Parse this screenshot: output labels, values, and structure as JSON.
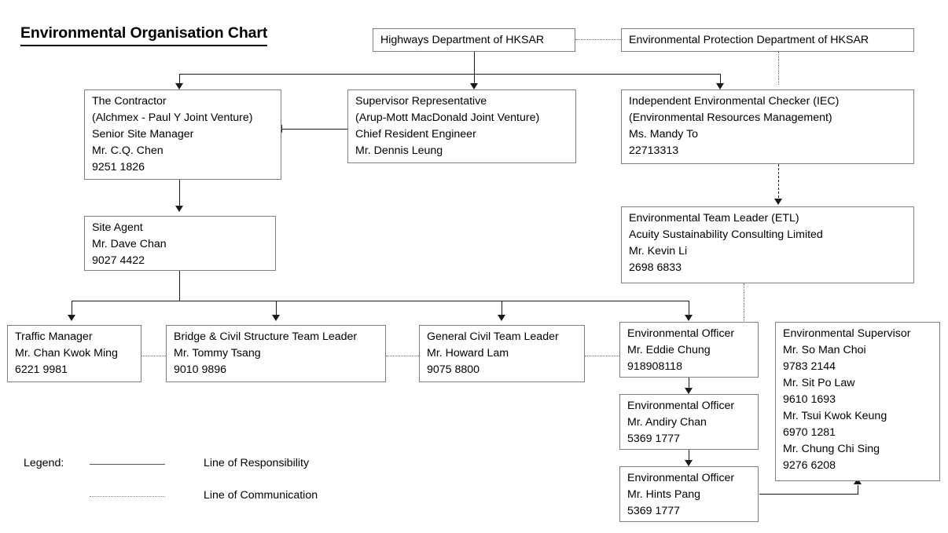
{
  "page": {
    "title": "Environmental Organisation Chart"
  },
  "boxes": {
    "highways_department": {
      "lines": [
        "Highways Department of HKSAR"
      ]
    },
    "epd": {
      "lines": [
        "Environmental Protection Department of HKSAR"
      ]
    },
    "contractor": {
      "lines": [
        "The Contractor",
        "(Alchmex - Paul Y Joint Venture)",
        "Senior Site Manager",
        "Mr. C.Q. Chen",
        "9251 1826"
      ]
    },
    "supervisor_representative": {
      "lines": [
        "Supervisor Representative",
        "(Arup-Mott MacDonald Joint Venture)",
        "Chief Resident Engineer",
        "Mr. Dennis Leung"
      ]
    },
    "iec": {
      "lines": [
        "Independent Environmental Checker (IEC)",
        "(Environmental Resources Management)",
        "Ms. Mandy To",
        "22713313"
      ]
    },
    "site_agent": {
      "lines": [
        "Site Agent",
        "Mr. Dave Chan",
        "9027 4422"
      ]
    },
    "etl": {
      "lines": [
        "Environmental Team Leader (ETL)",
        "Acuity Sustainability Consulting Limited",
        "Mr. Kevin Li",
        "2698 6833"
      ]
    },
    "traffic_manager": {
      "lines": [
        "Traffic Manager",
        "Mr. Chan Kwok Ming",
        "6221 9981"
      ]
    },
    "bridge_civil_team_leader": {
      "lines": [
        "Bridge & Civil Structure Team Leader",
        "Mr. Tommy Tsang",
        "9010 9896"
      ]
    },
    "general_civil_team_leader": {
      "lines": [
        "General Civil Team Leader",
        "Mr. Howard Lam",
        "9075 8800"
      ]
    },
    "environmental_officer_1": {
      "lines": [
        "Environmental Officer",
        "Mr. Eddie Chung",
        "918908118"
      ]
    },
    "environmental_officer_2": {
      "lines": [
        "Environmental Officer",
        "Mr. Andiry Chan",
        "5369 1777"
      ]
    },
    "environmental_officer_3": {
      "lines": [
        "Environmental Officer",
        "Mr. Hints Pang",
        "5369 1777"
      ]
    },
    "environmental_supervisor": {
      "lines": [
        "Environmental Supervisor",
        "Mr. So Man Choi",
        "9783 2144",
        "Mr. Sit Po Law",
        "9610 1693",
        "Mr. Tsui Kwok Keung",
        "6970 1281",
        "Mr. Chung Chi Sing",
        "9276 6208"
      ]
    }
  },
  "legend": {
    "label": "Legend:",
    "responsibility": "Line of Responsibility",
    "communication": "Line of Communication"
  }
}
